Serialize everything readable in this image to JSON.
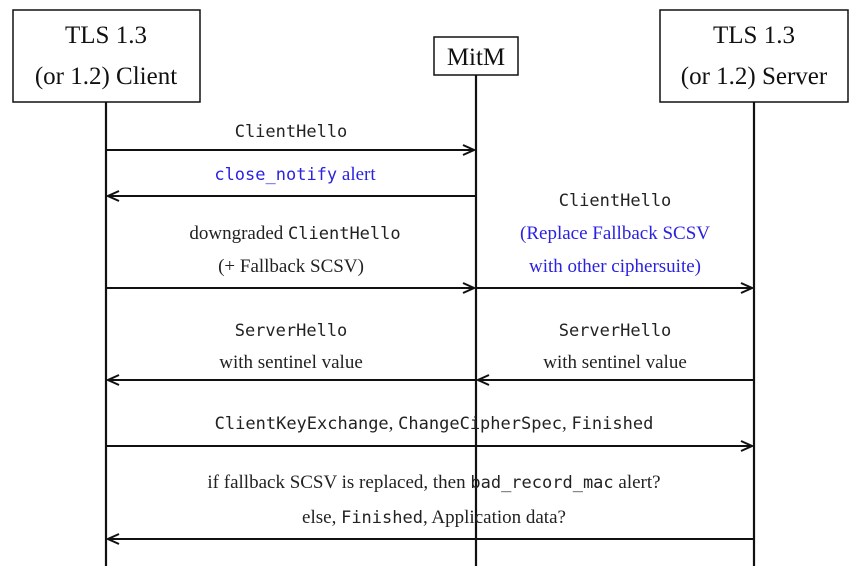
{
  "colors": {
    "line": "#111111",
    "text": "#222222",
    "accent_blue": "#2b22e0"
  },
  "participants": {
    "client": {
      "line1": "TLS 1.3",
      "line2": "(or 1.2) Client"
    },
    "mitm": {
      "label": "MitM"
    },
    "server": {
      "line1": "TLS 1.3",
      "line2": "(or 1.2) Server"
    }
  },
  "messages": {
    "m1": {
      "mono": "ClientHello"
    },
    "m2": {
      "mono": "close_notify",
      "text": " alert"
    },
    "m3": {
      "pre": "downgraded ",
      "mono": "ClientHello",
      "line2": "(+ Fallback SCSV)"
    },
    "m4": {
      "mono": "ClientHello",
      "line2": "(Replace Fallback SCSV",
      "line3": "with other ciphersuite)"
    },
    "m5": {
      "mono": "ServerHello",
      "line2": "with sentinel value"
    },
    "m6": {
      "mono": "ServerHello",
      "line2": "with sentinel value"
    },
    "m7": {
      "mono1": "ClientKeyExchange",
      "sep1": ", ",
      "mono2": "ChangeCipherSpec",
      "sep2": ", ",
      "mono3": "Finished"
    },
    "m8": {
      "pre": "if fallback SCSV is replaced, then ",
      "mono": "bad_record_mac",
      "post": " alert?",
      "l2_pre": "else, ",
      "l2_mono": "Finished",
      "l2_post": ", Application data?"
    }
  }
}
